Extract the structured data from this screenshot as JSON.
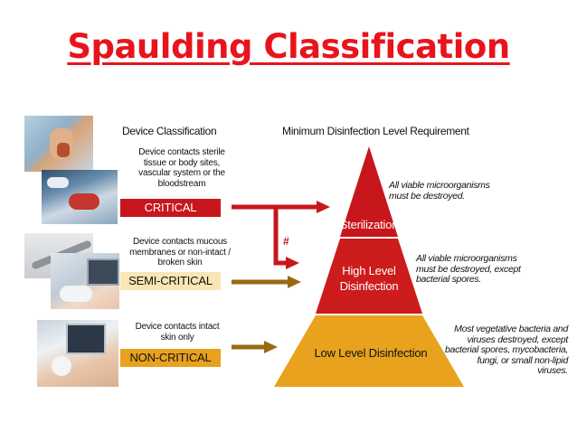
{
  "title": "Spaulding Classification",
  "headers": {
    "device": "Device Classification",
    "minimum": "Minimum Disinfection Level Requirement"
  },
  "tiers": [
    {
      "description": "Device contacts sterile tissue or body sites, vascular system or the bloodstream",
      "label": "CRITICAL",
      "color": "#c8161d"
    },
    {
      "description": "Device contacts mucous membranes or non-intact / broken skin",
      "label": "SEMI-CRITICAL",
      "color": "#f8e6b4"
    },
    {
      "description": "Device contacts intact skin only",
      "label": "NON-CRITICAL",
      "color": "#e8a21e"
    }
  ],
  "levels": [
    {
      "label": "Sterilization",
      "color": "#c8161d"
    },
    {
      "label": "High Level Disinfection",
      "color": "#cc1c1c"
    },
    {
      "label": "Low Level Disinfection",
      "color": "#e8a21e"
    }
  ],
  "notes": {
    "sterilization": "All viable microorganisms must be destroyed.",
    "high": "All viable microorganisms must be destroyed, except bacterial spores.",
    "low": "Most vegetative bacteria and viruses destroyed, except bacterial spores, mycobacteria, fungi, or small non-lipid viruses."
  },
  "footnote_symbol": "#",
  "arrow_colors": {
    "critical": "#c8161d",
    "other": "#9a6a12"
  }
}
